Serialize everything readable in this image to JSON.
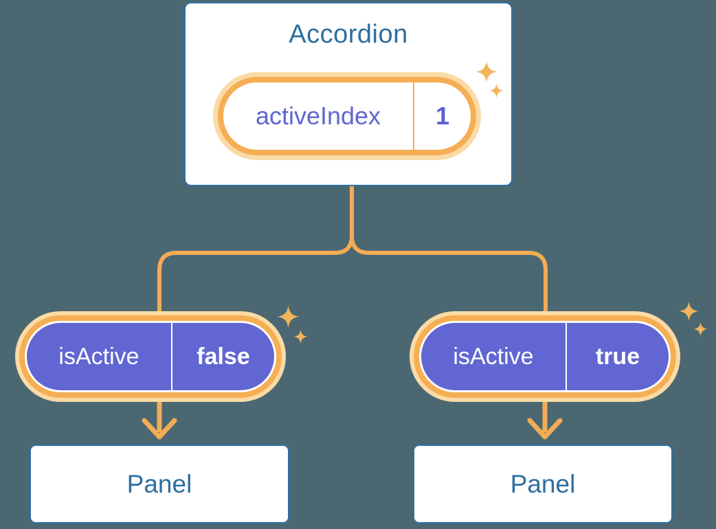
{
  "canvas": {
    "background_color": "#4B6872"
  },
  "accordion": {
    "title": "Accordion",
    "state_pill": {
      "label": "activeIndex",
      "value": "1"
    }
  },
  "children": [
    {
      "prop_pill": {
        "label": "isActive",
        "value": "false"
      },
      "panel_label": "Panel"
    },
    {
      "prop_pill": {
        "label": "isActive",
        "value": "true"
      },
      "panel_label": "Panel"
    }
  ],
  "colors": {
    "background": "#4B6872",
    "connector_orange": "#F3AC55",
    "pill_border_orange": "#F5AE54",
    "pill_halo_cream": "#FADBA6",
    "prop_pill_purple": "#6166D2",
    "state_value_purple": "#5B5FD0",
    "card_border_blue": "#2E6FA3",
    "heading_blue": "#2E6E9E",
    "card_background": "#FFFFFF",
    "sparkle_orange": "#F2B45C"
  },
  "icons": {
    "sparkle": "sparkle-icon",
    "arrow": "arrow-down-icon"
  }
}
